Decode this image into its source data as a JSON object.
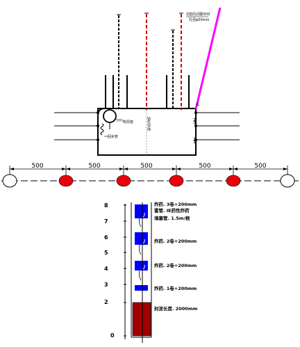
{
  "top_annotation": {
    "line1": "切割孔间距500",
    "line2": "孔径φ50mm"
  },
  "labels": {
    "gas_pipe": "吹风管",
    "water_pipe": "回水管",
    "center_note": "钻孔中线"
  },
  "spacing": {
    "values": [
      "500",
      "500",
      "500",
      "500",
      "500"
    ]
  },
  "column": {
    "axis_ticks": [
      "8",
      "7",
      "6",
      "5",
      "4",
      "3",
      "2",
      "0"
    ],
    "notes": [
      "炸药. 3卷+200mm",
      "雷管. IE药性炸药",
      "填塞管. 1.5m/根",
      "炸药. 2卷+200mm",
      "炸药. 2卷+200mm",
      "炸药. 1卷+200mm",
      "封泥长度. 2000mm"
    ]
  },
  "colors": {
    "red_dash": "#d40000",
    "magenta": "#ff00ff",
    "hole_red": "#e8000b",
    "charge_blue": "#0000ff",
    "stem_red": "#a00000"
  }
}
